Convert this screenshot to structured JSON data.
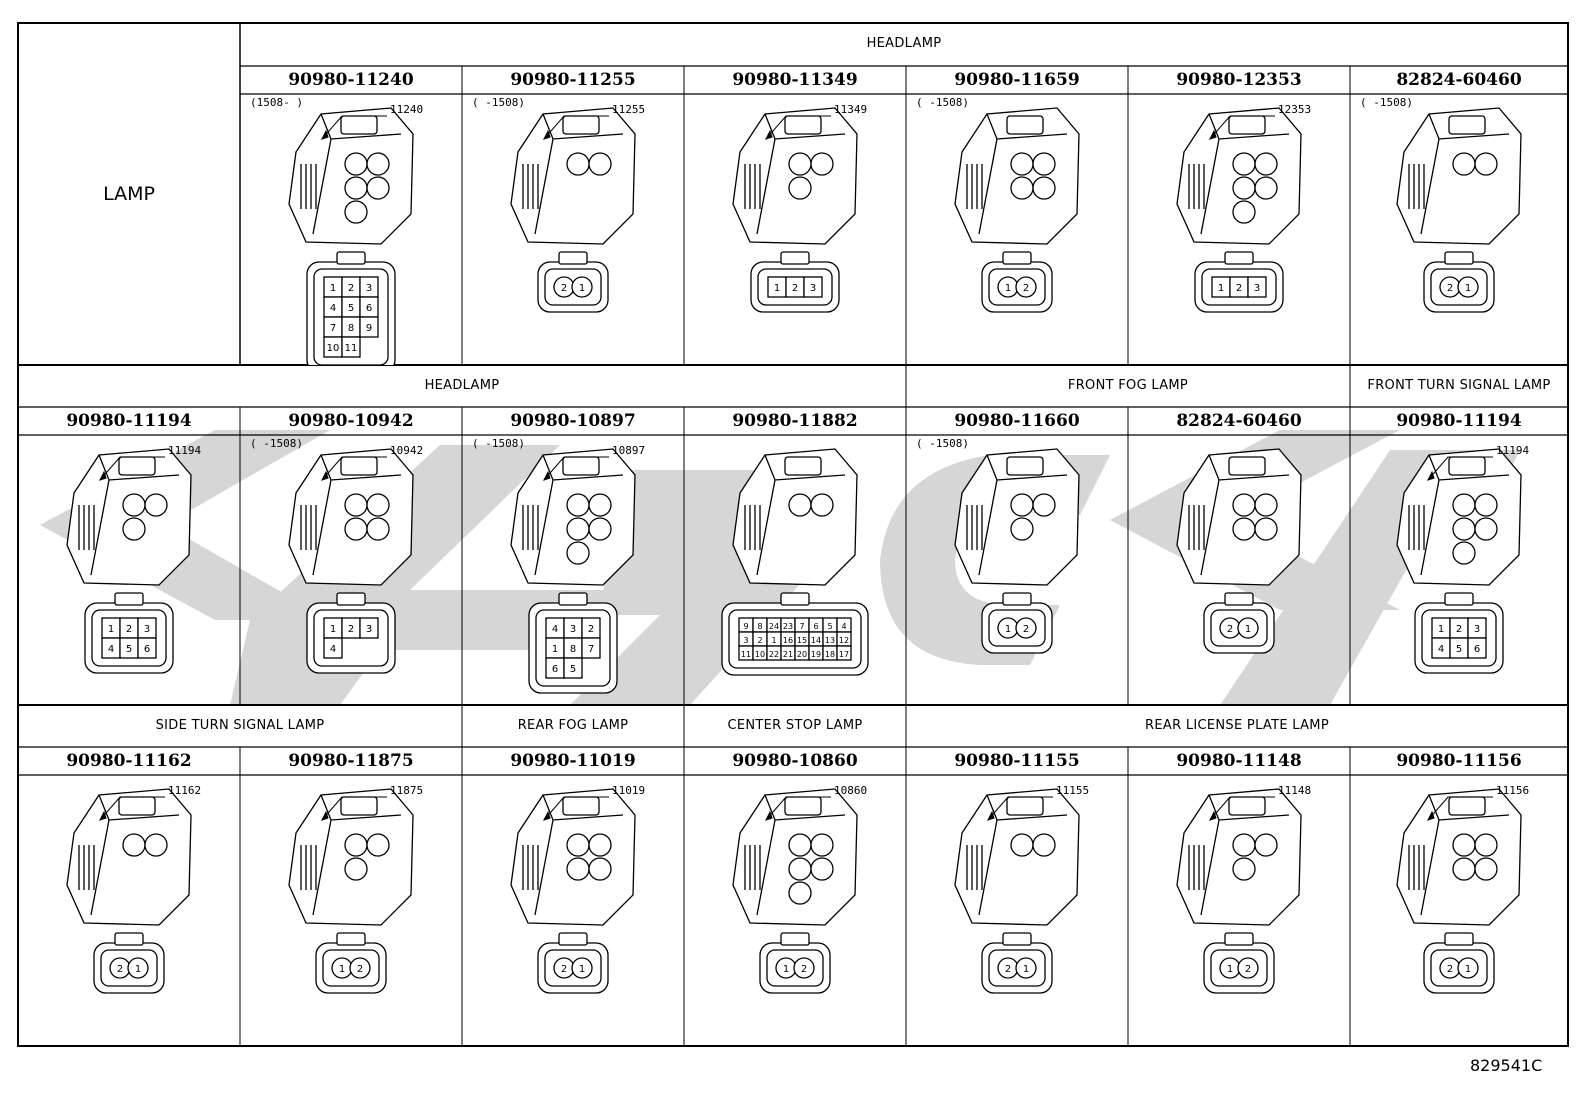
{
  "corner_label": "LAMP",
  "figure_id": "829541C",
  "rows": [
    {
      "groups": [
        {
          "label": "HEADLAMP",
          "span": [
            1,
            7
          ]
        }
      ],
      "cells": [
        {
          "part": "90980-11240",
          "date": "(1508-      )",
          "callout": "11240",
          "pins": [
            "1",
            "2",
            "3",
            "4",
            "5",
            "6",
            "7",
            "8",
            "9",
            "10",
            "11"
          ]
        },
        {
          "part": "90980-11255",
          "date": "(      -1508)",
          "callout": "11255",
          "pins": [
            "2",
            "1"
          ]
        },
        {
          "part": "90980-11349",
          "date": "",
          "callout": "11349",
          "pins": [
            "1",
            "2",
            "3"
          ]
        },
        {
          "part": "90980-11659",
          "date": "(      -1508)",
          "callout": "",
          "pins": [
            "1",
            "2"
          ]
        },
        {
          "part": "90980-12353",
          "date": "",
          "callout": "12353",
          "pins": [
            "1",
            "2",
            "3"
          ]
        },
        {
          "part": "82824-60460",
          "date": "(      -1508)",
          "callout": "",
          "pins": [
            "2",
            "1"
          ]
        }
      ]
    },
    {
      "groups": [
        {
          "label": "HEADLAMP",
          "span": [
            0,
            4
          ]
        },
        {
          "label": "FRONT FOG LAMP",
          "span": [
            4,
            6
          ]
        },
        {
          "label": "FRONT TURN SIGNAL LAMP",
          "span": [
            6,
            7
          ]
        }
      ],
      "cells": [
        {
          "part": "90980-11194",
          "date": "",
          "callout": "11194",
          "pins": [
            "1",
            "2",
            "3",
            "4",
            "5",
            "6"
          ]
        },
        {
          "part": "90980-10942",
          "date": "(      -1508)",
          "callout": "10942",
          "pins": [
            "1",
            "2",
            "3",
            "4"
          ]
        },
        {
          "part": "90980-10897",
          "date": "(      -1508)",
          "callout": "10897",
          "pins": [
            "4",
            "3",
            "2",
            "1",
            "8",
            "7",
            "6",
            "5"
          ]
        },
        {
          "part": "90980-11882",
          "date": "",
          "callout": "",
          "pins": [
            "9",
            "8",
            "24",
            "23",
            "7",
            "6",
            "5",
            "4",
            "3",
            "2",
            "1",
            "16",
            "15",
            "14",
            "13",
            "12",
            "11",
            "10",
            "22",
            "21",
            "20",
            "19",
            "18",
            "17"
          ]
        },
        {
          "part": "90980-11660",
          "date": "(      -1508)",
          "callout": "",
          "pins": [
            "1",
            "2"
          ]
        },
        {
          "part": "82824-60460",
          "date": "",
          "callout": "",
          "pins": [
            "2",
            "1"
          ]
        },
        {
          "part": "90980-11194",
          "date": "",
          "callout": "11194",
          "pins": [
            "1",
            "2",
            "3",
            "4",
            "5",
            "6"
          ]
        }
      ]
    },
    {
      "groups": [
        {
          "label": "SIDE TURN SIGNAL LAMP",
          "span": [
            0,
            2
          ]
        },
        {
          "label": "REAR FOG LAMP",
          "span": [
            2,
            3
          ]
        },
        {
          "label": "CENTER STOP LAMP",
          "span": [
            3,
            4
          ]
        },
        {
          "label": "REAR LICENSE PLATE LAMP",
          "span": [
            4,
            7
          ]
        }
      ],
      "cells": [
        {
          "part": "90980-11162",
          "date": "",
          "callout": "11162",
          "pins": [
            "2",
            "1"
          ]
        },
        {
          "part": "90980-11875",
          "date": "",
          "callout": "11875",
          "pins": [
            "1",
            "2"
          ]
        },
        {
          "part": "90980-11019",
          "date": "",
          "callout": "11019",
          "pins": [
            "2",
            "1"
          ]
        },
        {
          "part": "90980-10860",
          "date": "",
          "callout": "10860",
          "pins": [
            "1",
            "2"
          ]
        },
        {
          "part": "90980-11155",
          "date": "",
          "callout": "11155",
          "pins": [
            "2",
            "1"
          ]
        },
        {
          "part": "90980-11148",
          "date": "",
          "callout": "11148",
          "pins": [
            "1",
            "2"
          ]
        },
        {
          "part": "90980-11156",
          "date": "",
          "callout": "11156",
          "pins": [
            "2",
            "1"
          ]
        }
      ]
    }
  ]
}
